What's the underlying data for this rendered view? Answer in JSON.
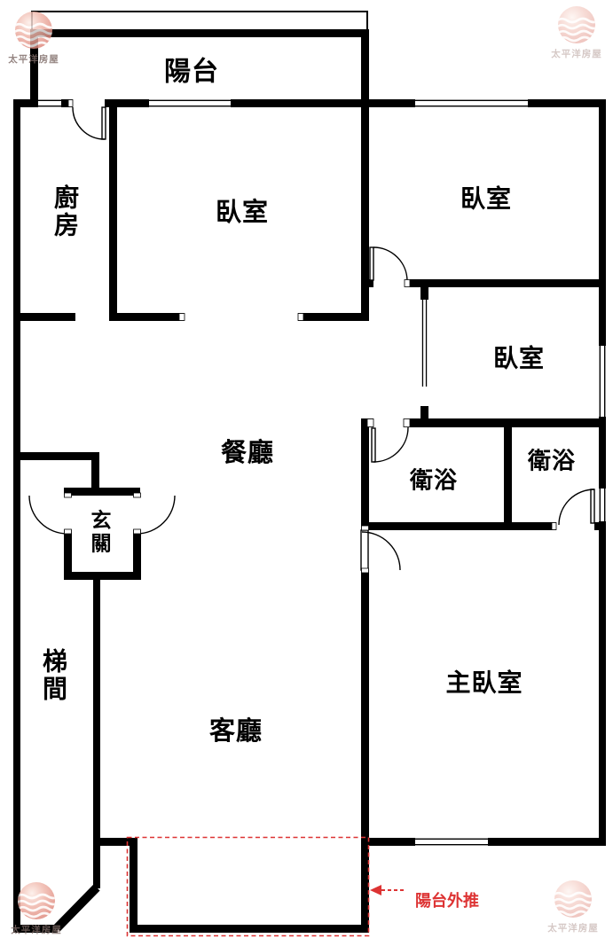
{
  "document": {
    "type": "floor-plan",
    "brand_watermark": "太平洋房屋"
  },
  "colors": {
    "wall": "#000000",
    "background": "#ffffff",
    "annotation_red": "#dd3333",
    "logo_pink": "#dd8377",
    "logo_text_strong": "#7d6a66",
    "logo_text_pale": "#a98d88"
  },
  "rooms": {
    "balcony": {
      "label": "陽台"
    },
    "kitchen": {
      "label": "廚房"
    },
    "bedroom1": {
      "label": "臥室"
    },
    "bedroom2": {
      "label": "臥室"
    },
    "bedroom3": {
      "label": "臥室"
    },
    "dining": {
      "label": "餐廳"
    },
    "foyer": {
      "label": "玄關"
    },
    "bath1": {
      "label": "衛浴"
    },
    "bath2": {
      "label": "衛浴"
    },
    "stairwell": {
      "label": "梯間"
    },
    "living": {
      "label": "客廳"
    },
    "master": {
      "label": "主臥室"
    }
  },
  "annotations": {
    "balcony_extension": {
      "label": "陽台外推"
    }
  }
}
